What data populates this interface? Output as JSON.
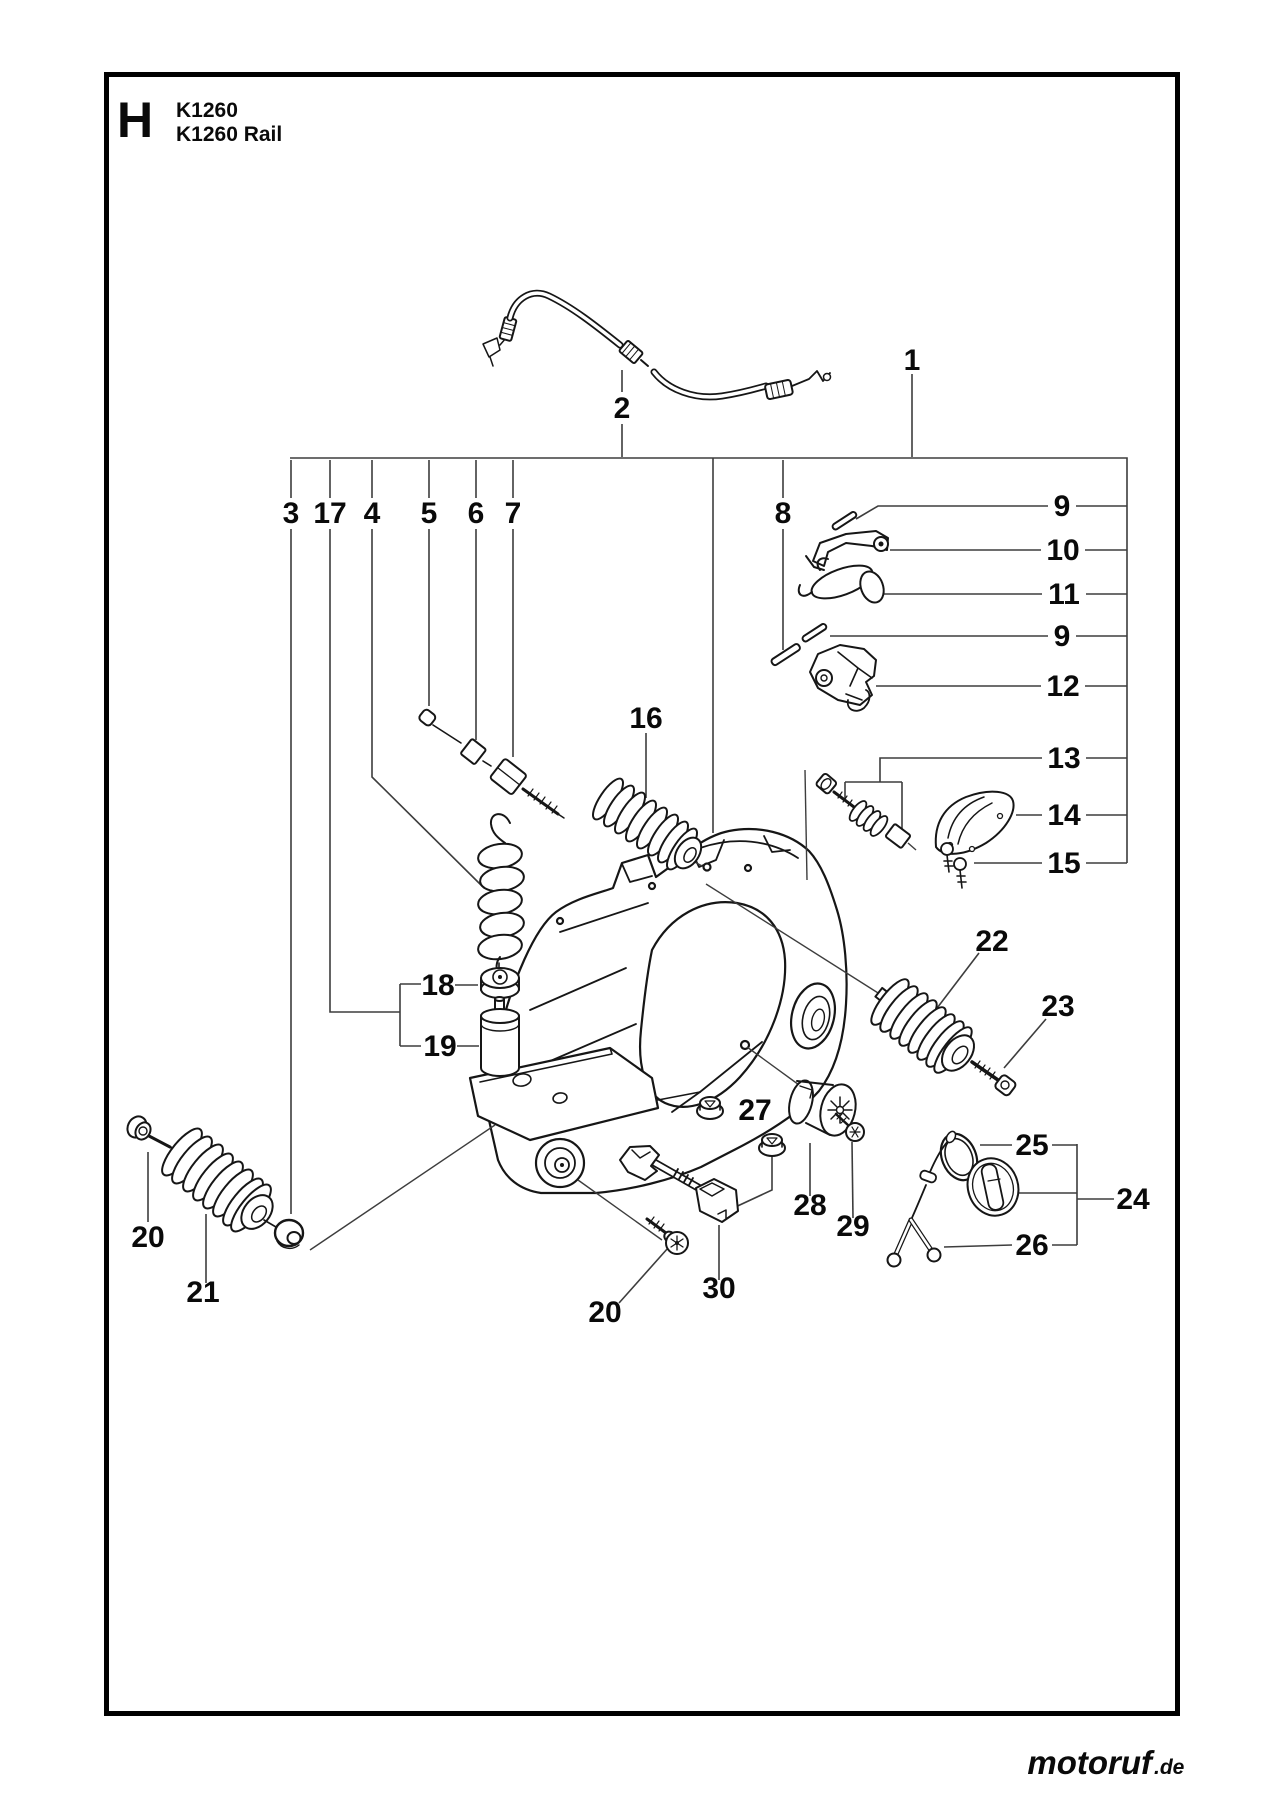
{
  "header": {
    "section_letter": "H",
    "model": "K1260",
    "title": "K1260 Rail"
  },
  "callouts": {
    "c1": "1",
    "c2": "2",
    "c3": "3",
    "c17": "17",
    "c4": "4",
    "c5": "5",
    "c6": "6",
    "c7": "7",
    "c8": "8",
    "c9a": "9",
    "c10": "10",
    "c11": "11",
    "c9b": "9",
    "c12": "12",
    "c13": "13",
    "c14": "14",
    "c15": "15",
    "c16": "16",
    "c18": "18",
    "c19": "19",
    "c20a": "20",
    "c20b": "20",
    "c21": "21",
    "c22": "22",
    "c23": "23",
    "c24": "24",
    "c25": "25",
    "c26": "26",
    "c27": "27",
    "c28": "28",
    "c29": "29",
    "c30": "30"
  },
  "watermark": {
    "brand": "motoruf",
    "suffix": ".de",
    "brand_color": "#ee7d11",
    "suffix_color": "#8e8e8e"
  }
}
